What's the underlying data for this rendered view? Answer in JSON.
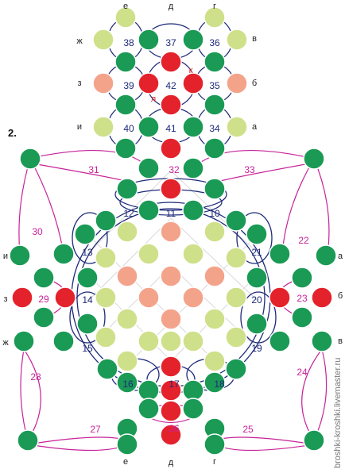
{
  "figure": {
    "step_label": "2.",
    "watermark": "broshki-kroshki.livemaster.ru"
  },
  "colors": {
    "green": "#1a9a55",
    "lightgreen": "#cfe08a",
    "salmon": "#f4a38b",
    "red": "#e3222c",
    "blue_thread": "#1e2a7a",
    "pink_thread": "#c7239a",
    "number_blue": "#1e2a7a",
    "number_pink": "#c7239a"
  },
  "side_labels": {
    "top": [
      "е",
      "д",
      "г"
    ],
    "left_top": [
      "ж",
      "з",
      "и"
    ],
    "right_top": [
      "в",
      "б",
      "а"
    ],
    "left_mid": [
      "и",
      "з",
      "ж"
    ],
    "right_mid": [
      "а",
      "б",
      "в"
    ],
    "bottom": [
      "е",
      "д",
      "г"
    ],
    "top_red": [
      "к",
      "л"
    ]
  },
  "step_numbers": {
    "top_block": [
      "38",
      "37",
      "36",
      "39",
      "42",
      "35",
      "40",
      "41",
      "34"
    ],
    "pink_top": [
      "31",
      "32",
      "33"
    ],
    "blue_ring": [
      "12",
      "11",
      "10",
      "13",
      "21",
      "14",
      "20",
      "15",
      "19",
      "16",
      "17",
      "18"
    ],
    "pink_left": [
      "30",
      "29",
      "28",
      "27"
    ],
    "pink_right": [
      "22",
      "23",
      "24",
      "25"
    ],
    "pink_bottom": [
      "26"
    ]
  }
}
